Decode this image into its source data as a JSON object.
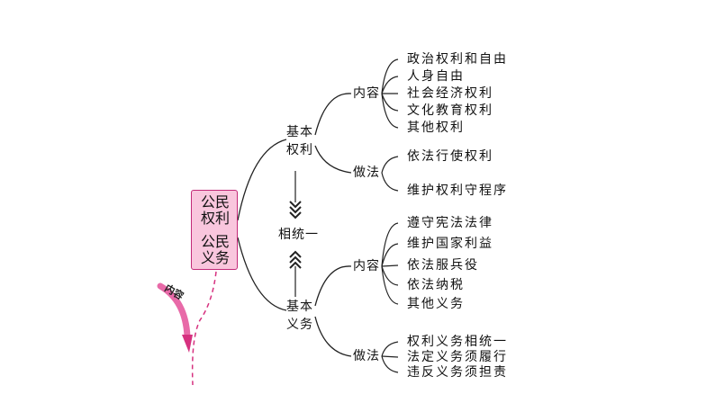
{
  "root": {
    "line1": "公民",
    "line2": "权利",
    "line3": "公民",
    "line4": "义务"
  },
  "badge": "内容",
  "rights": {
    "label1": "基本",
    "label2": "权利",
    "content_label": "内容",
    "content_items": [
      "政治权利和自由",
      "人身自由",
      "社会经济权利",
      "文化教育权利",
      "其他权利"
    ],
    "method_label": "做法",
    "method_items": [
      "依法行使权利",
      "维护权利守程序"
    ]
  },
  "relation": "相统一",
  "duties": {
    "label1": "基本",
    "label2": "义务",
    "content_label": "内容",
    "content_items": [
      "遵守宪法法律",
      "维护国家利益",
      "依法服兵役",
      "依法纳税",
      "其他义务"
    ],
    "method_label": "做法",
    "method_items": [
      "权利义务相统一",
      "法定义务须履行",
      "违反义务须担责"
    ]
  },
  "colors": {
    "root_fill": "#f9c6dd",
    "root_border": "#c22a78",
    "accent": "#d6317f",
    "line": "#222222"
  }
}
